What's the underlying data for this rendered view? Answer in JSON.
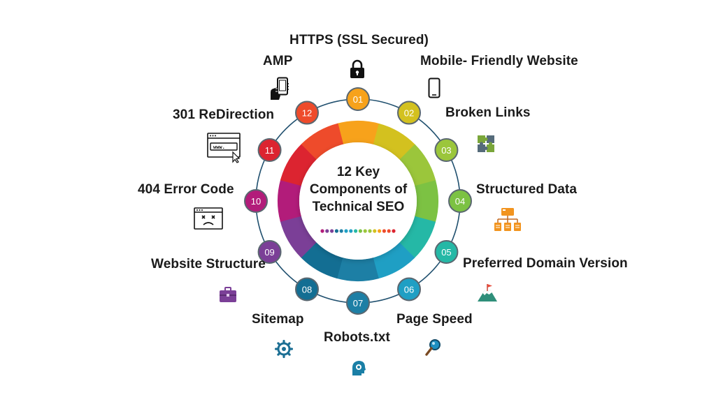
{
  "diagram": {
    "title_lines": [
      "12 Key",
      "Components of",
      "Technical SEO"
    ],
    "items": [
      {
        "num": "01",
        "label": "HTTPS (SSL Secured)",
        "icon": "lock-icon",
        "color": "#f7a21b"
      },
      {
        "num": "02",
        "label": "Mobile- Friendly Website",
        "icon": "mobile-phone-icon",
        "color": "#d3c11f"
      },
      {
        "num": "03",
        "label": "Broken Links",
        "icon": "puzzle-icon",
        "color": "#9bc63b"
      },
      {
        "num": "04",
        "label": "Structured Data",
        "icon": "sitemap-hierarchy-icon",
        "color": "#7cc243"
      },
      {
        "num": "05",
        "label": "Preferred Domain Version",
        "icon": "mountain-flag-icon",
        "color": "#25b8a6"
      },
      {
        "num": "06",
        "label": "Page Speed",
        "icon": "magnifier-icon",
        "color": "#1f9fc4"
      },
      {
        "num": "07",
        "label": "Robots.txt",
        "icon": "robot-head-icon",
        "color": "#1d7fa5"
      },
      {
        "num": "08",
        "label": "Sitemap",
        "icon": "gear-icon",
        "color": "#136e93"
      },
      {
        "num": "09",
        "label": "Website Structure",
        "icon": "briefcase-icon",
        "color": "#7b3f97"
      },
      {
        "num": "10",
        "label": "404 Error Code",
        "icon": "error-browser-icon",
        "color": "#b21c7a"
      },
      {
        "num": "11",
        "label": "301 ReDirection",
        "icon": "redirect-browser-icon",
        "color": "#dc2430"
      },
      {
        "num": "12",
        "label": "AMP",
        "icon": "hand-phone-icon",
        "color": "#ee4b2b"
      }
    ],
    "redirect_browser_text": "www."
  }
}
